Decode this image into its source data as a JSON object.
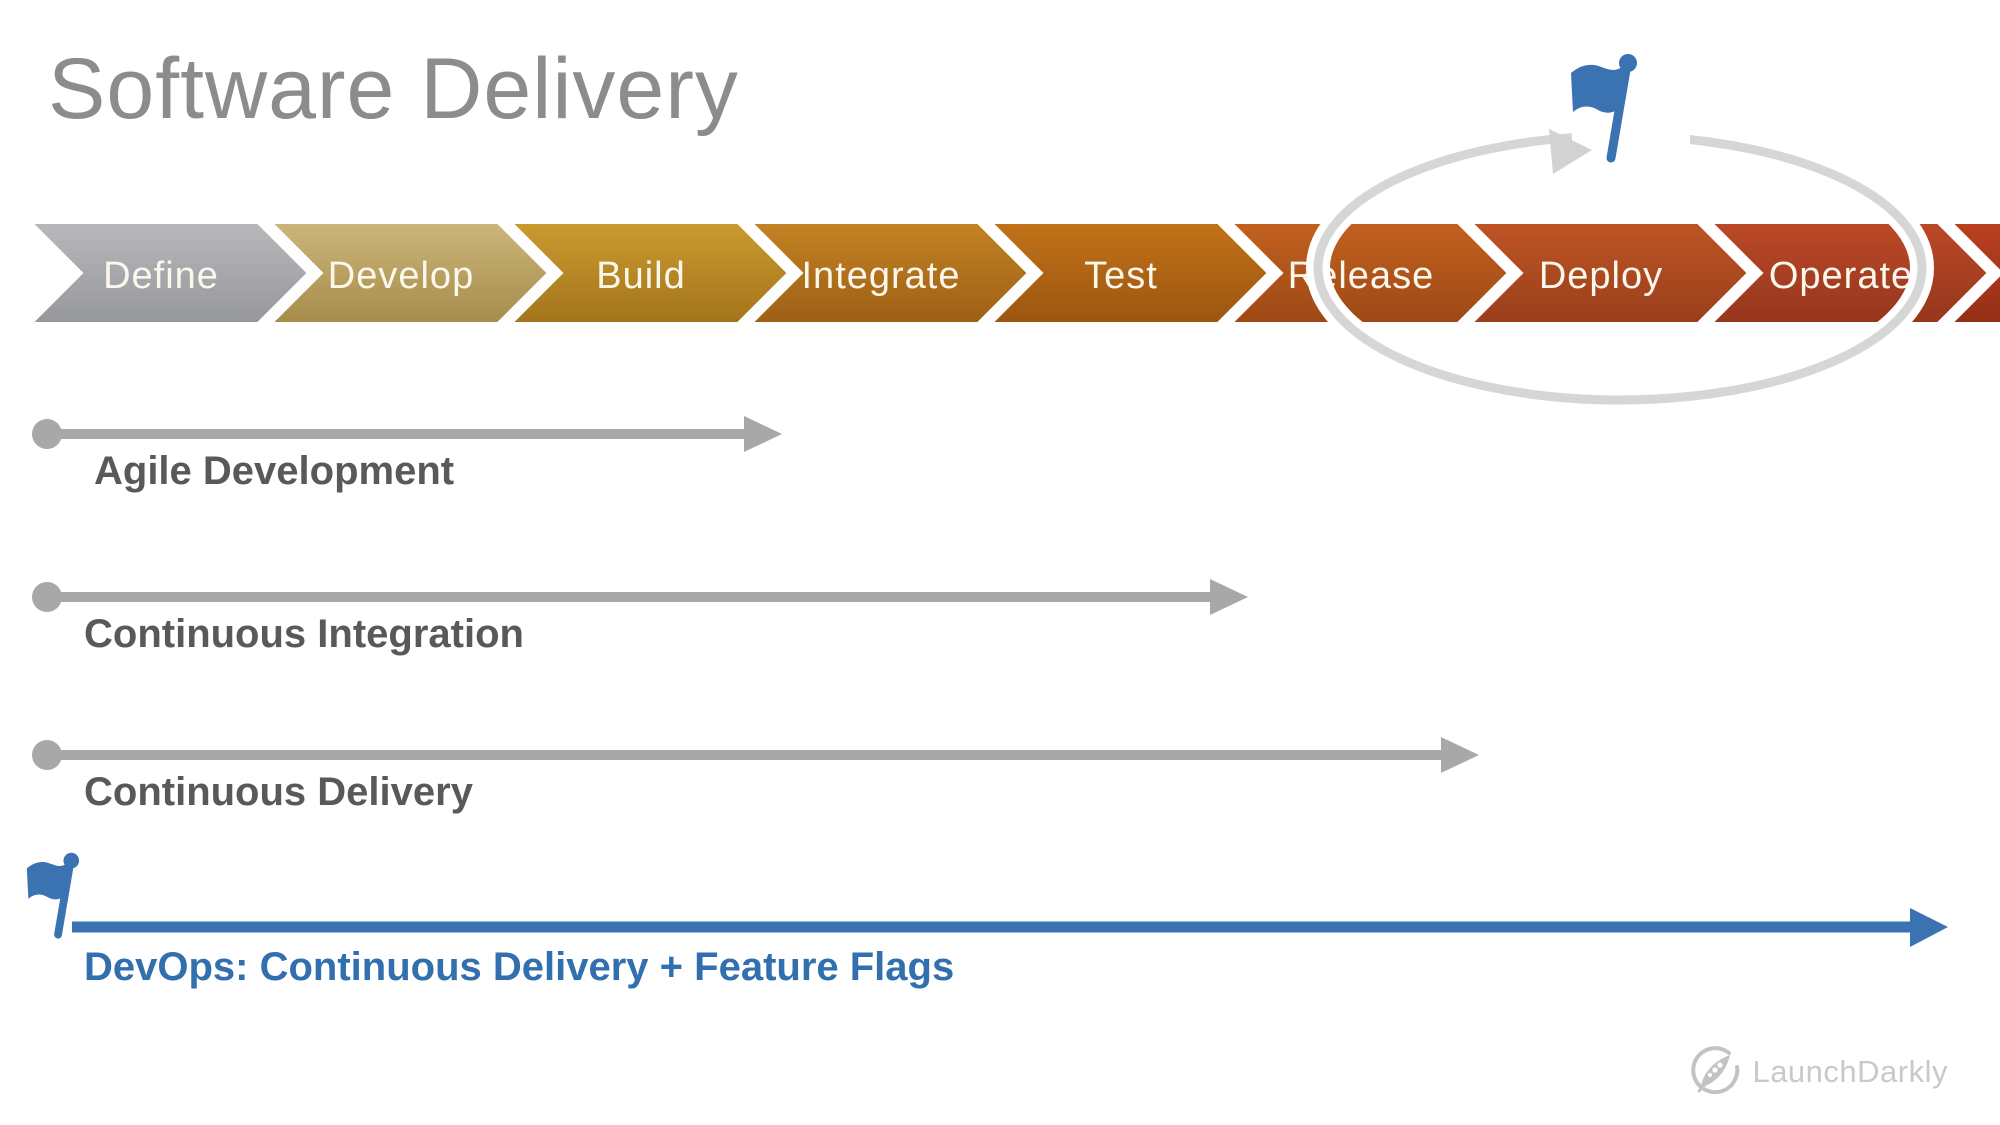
{
  "slide": {
    "title": "Software Delivery",
    "colors": {
      "background": "#ffffff",
      "title_text": "#8c8c8c",
      "accent_blue": "#3a72b2",
      "blue_text": "#316fae",
      "timeline_gray": "#a8a8a8",
      "row_label_gray": "#595959",
      "loop_gray": "#d6d6d6",
      "chevron_label": "#fcf7ec",
      "logo_gray": "#c9c9c9"
    }
  },
  "pipeline": {
    "stages": [
      {
        "label": "Define",
        "color_top": "#b9babc",
        "color_bottom": "#95969a"
      },
      {
        "label": "Develop",
        "color_top": "#cdb87c",
        "color_bottom": "#a58a49"
      },
      {
        "label": "Build",
        "color_top": "#cd9c31",
        "color_bottom": "#a1731a"
      },
      {
        "label": "Integrate",
        "color_top": "#c58424",
        "color_bottom": "#9c5e14"
      },
      {
        "label": "Test",
        "color_top": "#c47418",
        "color_bottom": "#9a5411"
      },
      {
        "label": "Release",
        "color_top": "#c4621f",
        "color_bottom": "#9c4715"
      },
      {
        "label": "Deploy",
        "color_top": "#c05524",
        "color_bottom": "#983e1b"
      },
      {
        "label": "Operate",
        "color_top": "#bd4a28",
        "color_bottom": "#94351c"
      },
      {
        "label": "",
        "color_top": "#bc4120",
        "color_bottom": "#922e15"
      }
    ]
  },
  "timelines": [
    {
      "label": "Agile Development"
    },
    {
      "label": "Continuous Integration"
    },
    {
      "label": "Continuous Delivery"
    },
    {
      "label": "DevOps: Continuous Delivery + Feature Flags"
    }
  ],
  "footer": {
    "logo_text": "LaunchDarkly"
  }
}
